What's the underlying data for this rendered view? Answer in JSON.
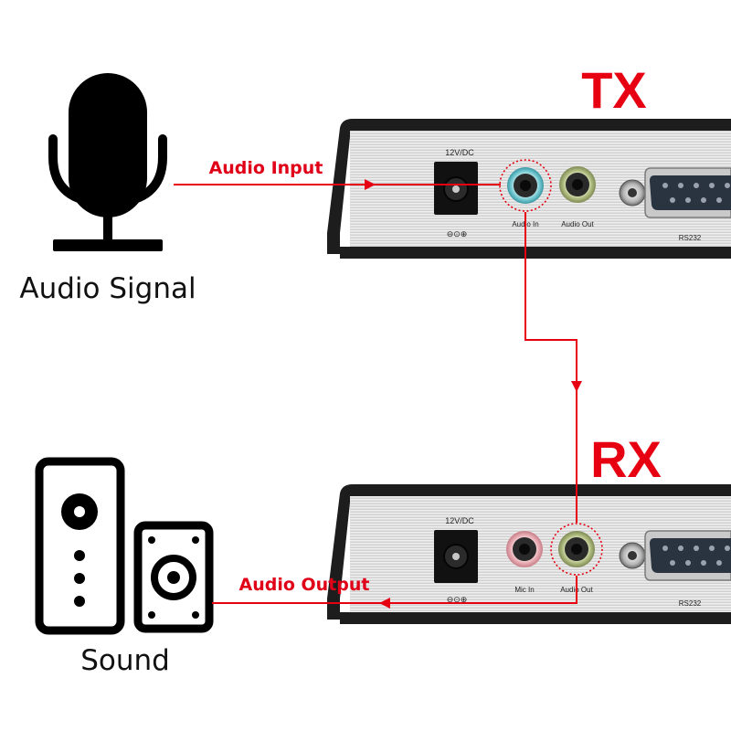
{
  "tx": {
    "title": "TX",
    "power_label": "12V/DC",
    "polarity": "⊖⊙⊕",
    "port_left_label": "Audio In",
    "port_right_label": "Audio Out",
    "serial_label": "RS232"
  },
  "rx": {
    "title": "RX",
    "power_label": "12V/DC",
    "polarity": "⊖⊙⊕",
    "port_left_label": "Mic In",
    "port_right_label": "Audio Out",
    "serial_label": "RS232"
  },
  "source": {
    "label": "Audio Signal",
    "icon": "microphone-icon"
  },
  "sink": {
    "label": "Sound",
    "icon": "speaker-icon"
  },
  "arrows": {
    "input_label": "Audio Input",
    "output_label": "Audio Output"
  },
  "colors": {
    "accent": "#e60012",
    "ink": "#000000",
    "panel": "#dcdcdc"
  }
}
